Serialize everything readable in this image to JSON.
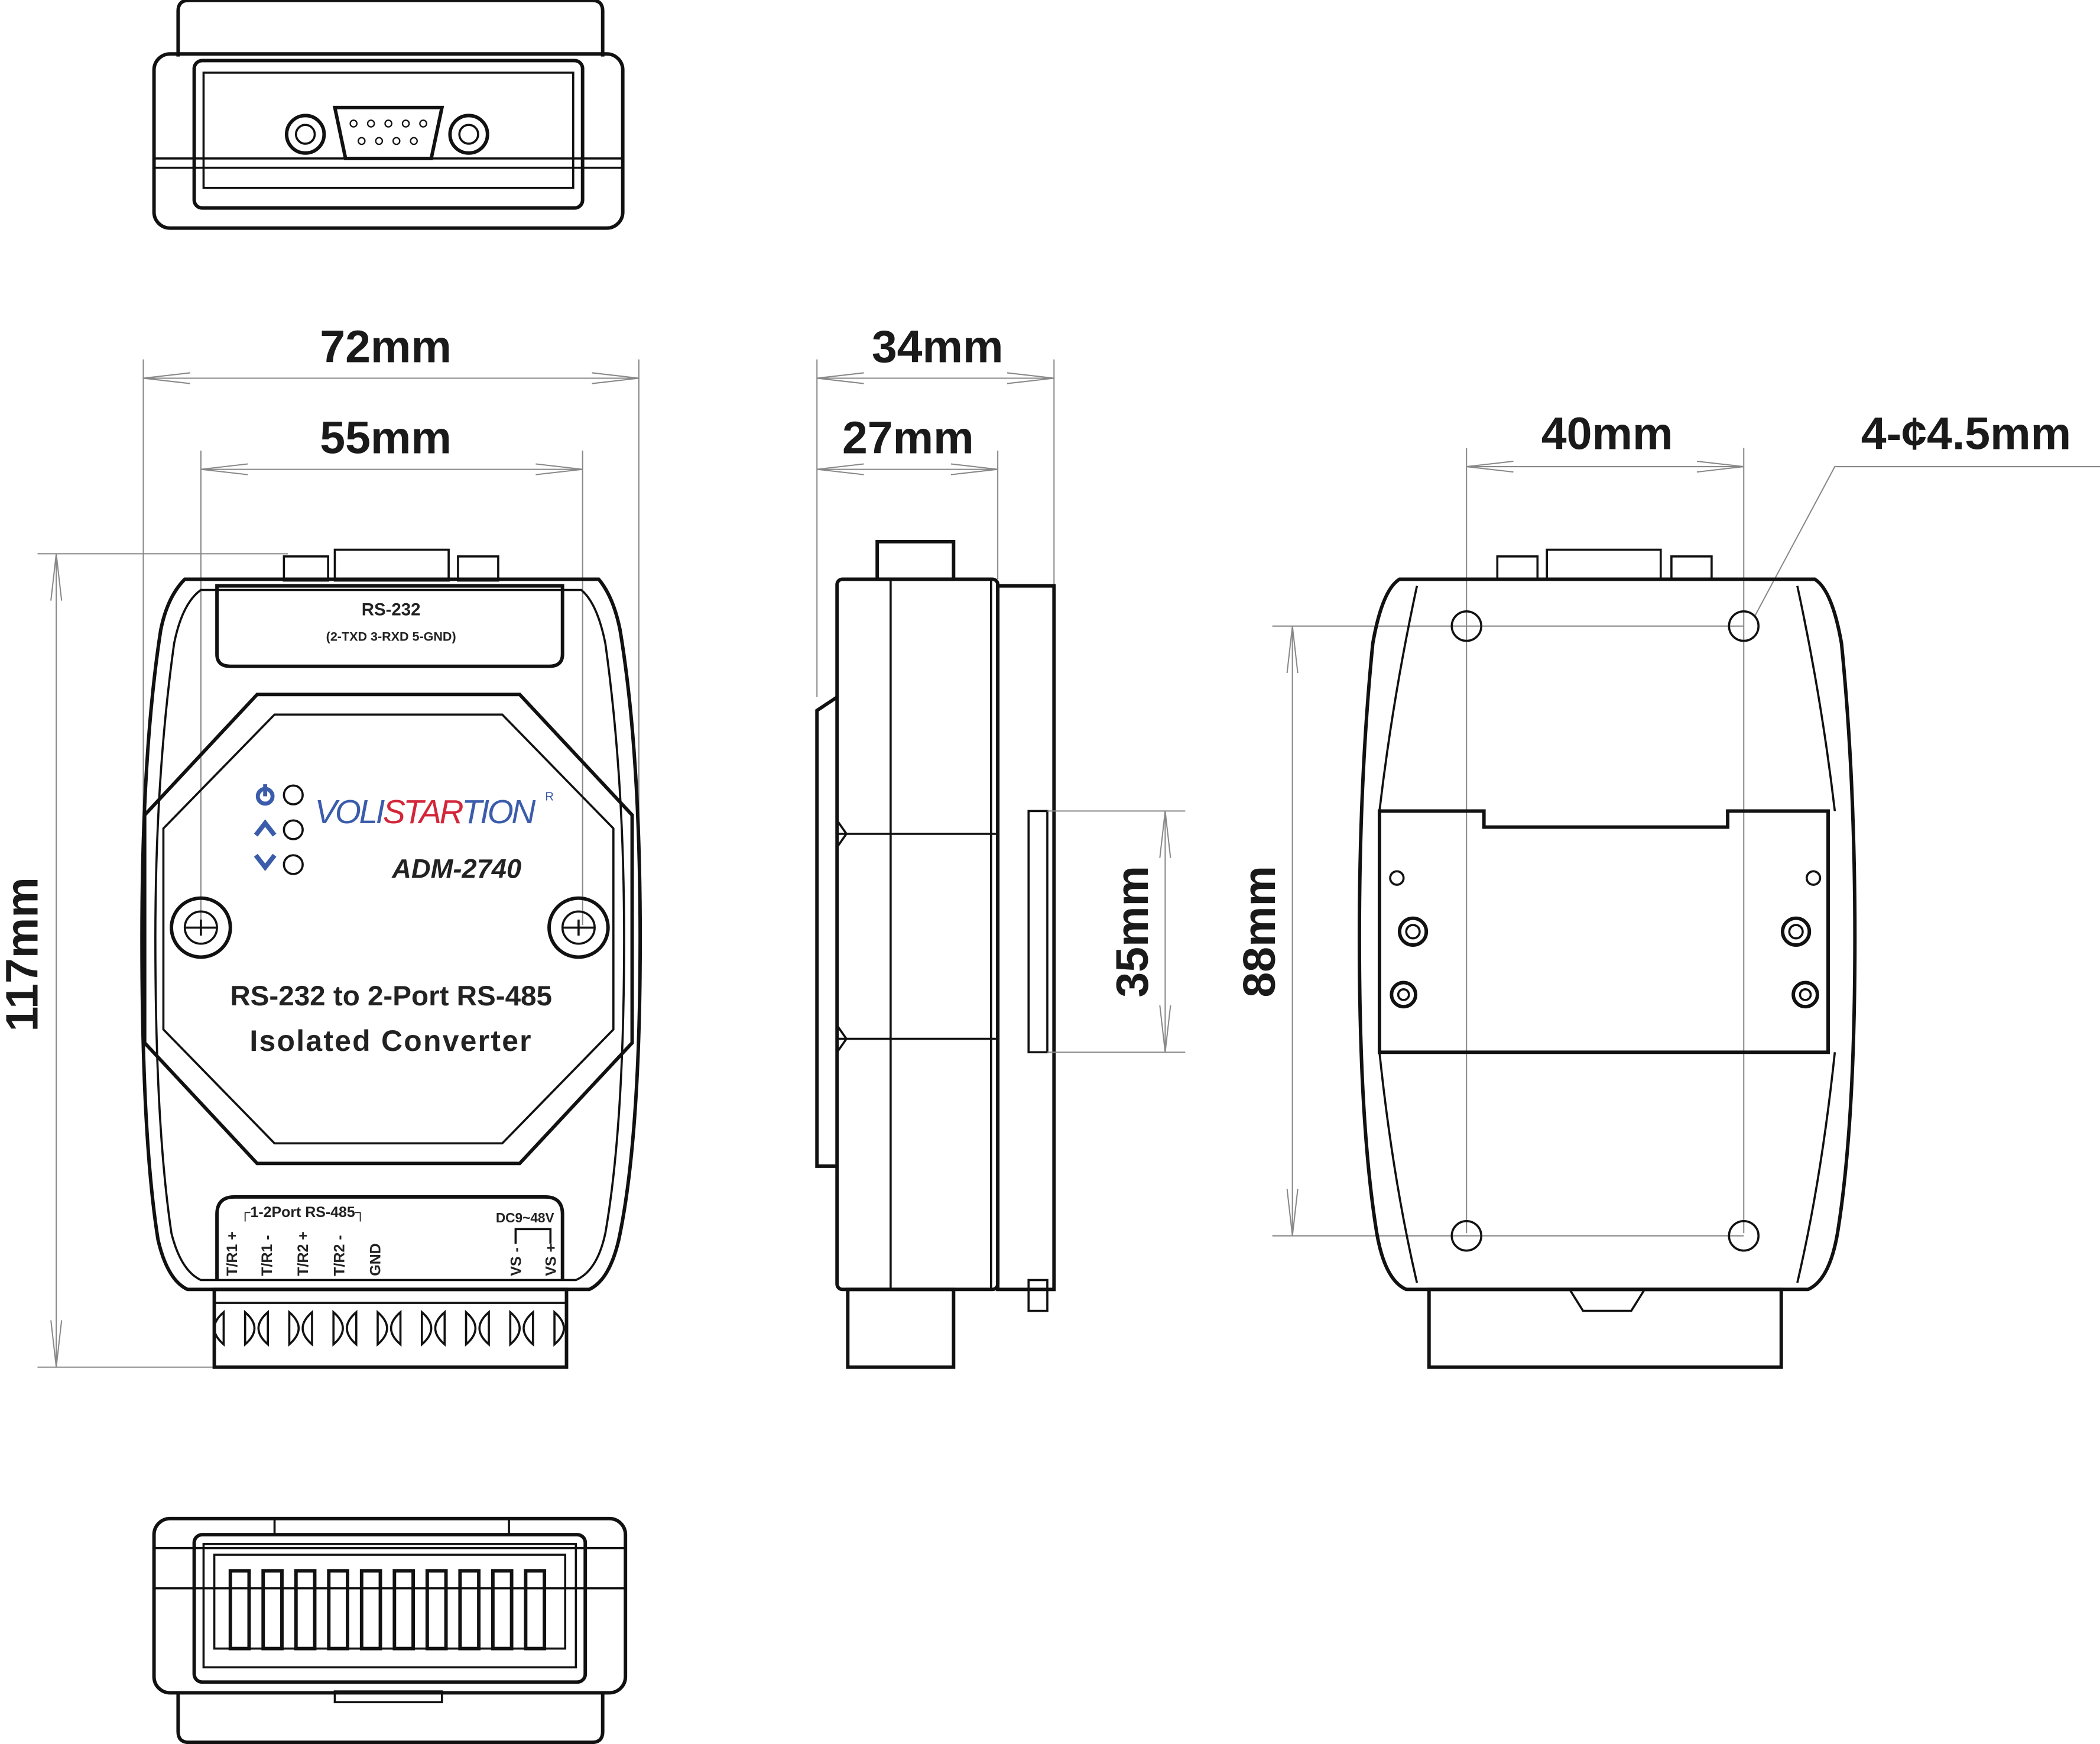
{
  "dimensions": {
    "width_overall": "72mm",
    "width_inner": "55mm",
    "height_overall": "117mm",
    "depth_overall": "34mm",
    "depth_body": "27mm",
    "din_rail": "35mm",
    "hole_spacing_x": "40mm",
    "hole_spacing_y": "88mm",
    "hole_spec": "4-¢4.5mm"
  },
  "front_panel": {
    "port_label": "RS-232",
    "port_pins": "(2-TXD  3-RXD  5-GND)",
    "brand_part1": "VOLI",
    "brand_part2": "STAR",
    "brand_part3": "TION",
    "brand_reg": "R",
    "model": "ADM-2740",
    "title_line1": "RS-232 to 2-Port RS-485",
    "title_line2": "Isolated Converter",
    "terminal_group": "1-2Port RS-485",
    "power_label": "DC9~48V",
    "terminals": [
      "T/R1 +",
      "T/R1 -",
      "T/R2 +",
      "T/R2 -",
      "GND"
    ],
    "power_terminals": [
      "VS -",
      "VS +"
    ]
  },
  "colors": {
    "brand_blue": "#3b5cab",
    "brand_red": "#d3263a"
  }
}
